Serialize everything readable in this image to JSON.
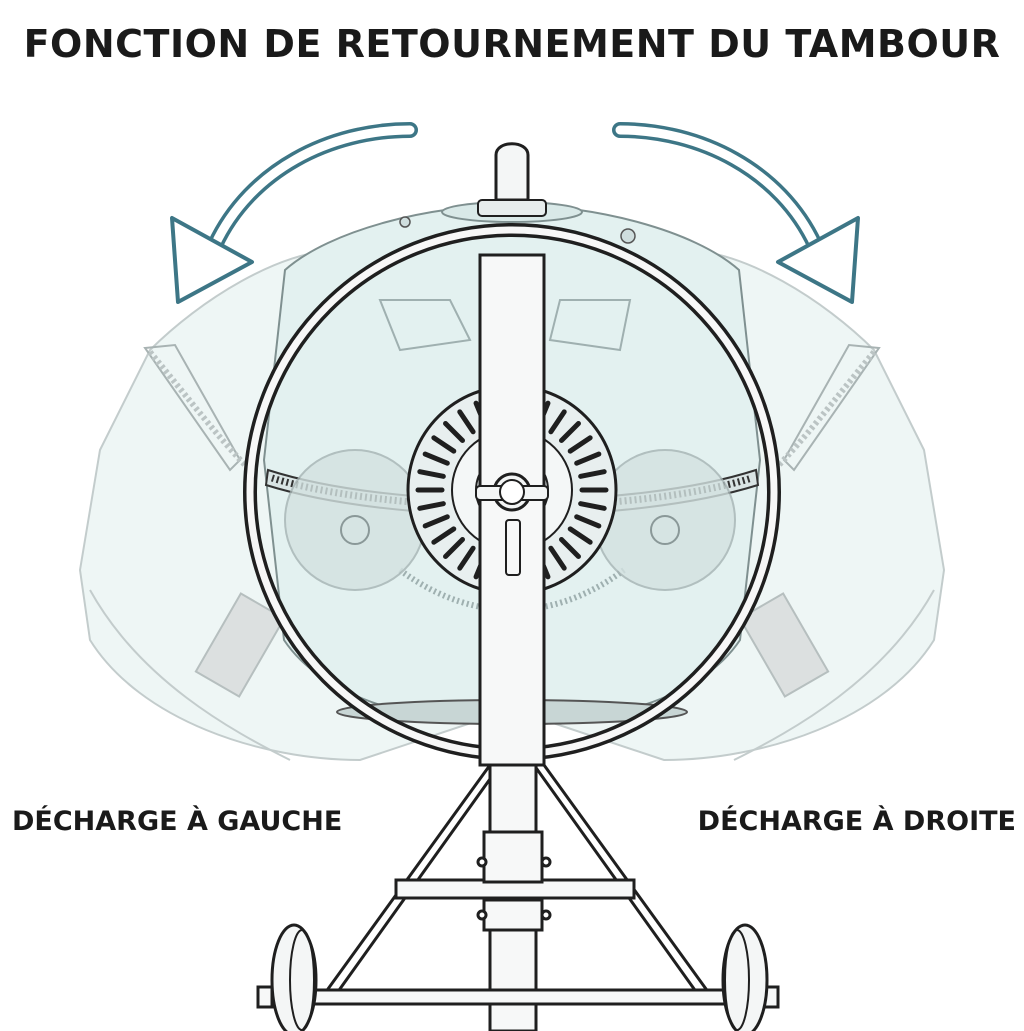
{
  "title": "FONCTION DE RETOURNEMENT DU TAMBOUR",
  "labels": {
    "left": "DÉCHARGE À GAUCHE",
    "right": "DÉCHARGE À DROITE"
  },
  "colors": {
    "arrow": "#3d7686",
    "drum_fill": "#e3f1f0",
    "ghost_fill": "#edf5f4",
    "outline": "#1f1f1f",
    "ghost_outline": "#b8c2c2"
  },
  "icons": {
    "left_arrow": "curved-arrow-left-icon",
    "right_arrow": "curved-arrow-right-icon"
  }
}
